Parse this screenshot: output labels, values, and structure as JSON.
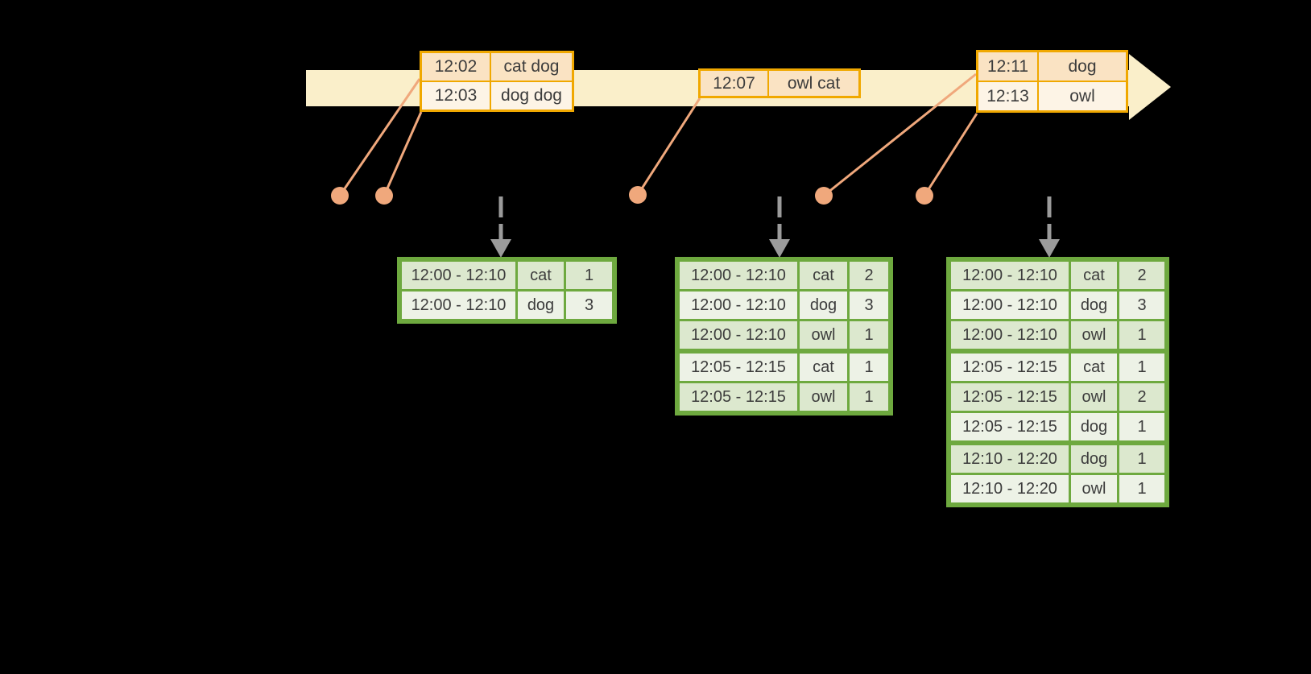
{
  "colors": {
    "bg": "#000000",
    "band": "#faefca",
    "evt-border": "#f0a800",
    "evt-row-a": "#fae3c3",
    "evt-row-b": "#fdf4e6",
    "salmon": "#f0a87c",
    "gray": "#9b9b9b",
    "green-border": "#6ea93f",
    "green-row-a": "#dce8ce",
    "green-row-b": "#edf2e6",
    "ink": "#3c3c3c"
  },
  "icons": {
    "timeline_arrow": "right-arrow-band",
    "trigger_arrow": "dashed-down-arrow",
    "event_dot": "filled-circle"
  },
  "event_tables": [
    {
      "rows": [
        {
          "time": "12:02",
          "words": "cat dog"
        },
        {
          "time": "12:03",
          "words": "dog dog"
        }
      ]
    },
    {
      "rows": [
        {
          "time": "12:07",
          "words": "owl cat"
        }
      ]
    },
    {
      "rows": [
        {
          "time": "12:11",
          "words": "dog"
        },
        {
          "time": "12:13",
          "words": "owl"
        }
      ]
    }
  ],
  "result_tables": [
    {
      "rows": [
        {
          "window": "12:00 - 12:10",
          "word": "cat",
          "count": "1"
        },
        {
          "window": "12:00 - 12:10",
          "word": "dog",
          "count": "3"
        }
      ]
    },
    {
      "rows": [
        {
          "window": "12:00 - 12:10",
          "word": "cat",
          "count": "2"
        },
        {
          "window": "12:00 - 12:10",
          "word": "dog",
          "count": "3"
        },
        {
          "window": "12:00 - 12:10",
          "word": "owl",
          "count": "1"
        },
        {
          "window": "12:05 - 12:15",
          "word": "cat",
          "count": "1"
        },
        {
          "window": "12:05 - 12:15",
          "word": "owl",
          "count": "1"
        }
      ]
    },
    {
      "rows": [
        {
          "window": "12:00 - 12:10",
          "word": "cat",
          "count": "2"
        },
        {
          "window": "12:00 - 12:10",
          "word": "dog",
          "count": "3"
        },
        {
          "window": "12:00 - 12:10",
          "word": "owl",
          "count": "1"
        },
        {
          "window": "12:05 - 12:15",
          "word": "cat",
          "count": "1"
        },
        {
          "window": "12:05 - 12:15",
          "word": "owl",
          "count": "2"
        },
        {
          "window": "12:05 - 12:15",
          "word": "dog",
          "count": "1"
        },
        {
          "window": "12:10 - 12:20",
          "word": "dog",
          "count": "1"
        },
        {
          "window": "12:10 - 12:20",
          "word": "owl",
          "count": "1"
        }
      ]
    }
  ]
}
